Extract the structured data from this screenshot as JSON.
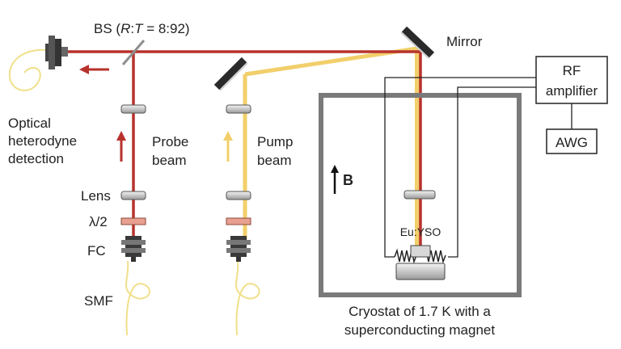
{
  "labels": {
    "bs_prefix": "BS (",
    "bs_r": "R",
    "bs_colon": ":",
    "bs_t": "T",
    "bs_suffix": " = 8:92)",
    "mirror": "Mirror",
    "rf_line1": "RF",
    "rf_line2": "amplifier",
    "awg": "AWG",
    "optical_line1": "Optical",
    "optical_line2": "heterodyne",
    "optical_line3": "detection",
    "probe_line1": "Probe",
    "probe_line2": "beam",
    "pump_line1": "Pump",
    "pump_line2": "beam",
    "field_b": "B",
    "lens": "Lens",
    "half_wave": "λ/2",
    "fc": "FC",
    "smf": "SMF",
    "sample": "Eu:YSO",
    "cryostat_line1": "Cryostat of 1.7 K with a",
    "cryostat_line2": "superconducting magnet"
  },
  "colors": {
    "probe_beam": "#b8322c",
    "pump_beam": "#f2cf6b",
    "fiber": "#f0e08a",
    "cryostat_wall": "#7a7a7a",
    "optic_fill": "#cfcfcf",
    "waveplate": "#e8a090",
    "text": "#222222"
  }
}
